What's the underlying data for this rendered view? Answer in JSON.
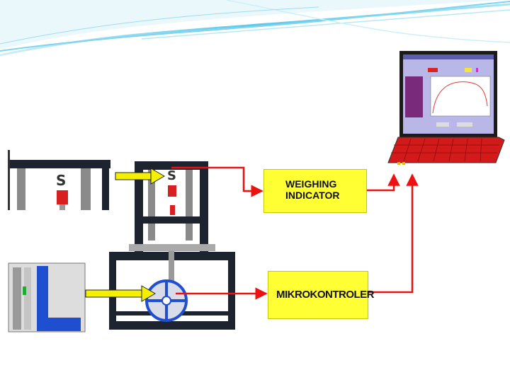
{
  "labels": {
    "weighing_indicator_line1": "WEIGHING",
    "weighing_indicator_line2": "INDICATOR",
    "mikrokontroler": "MIKROKONTROLER"
  },
  "colors": {
    "header_wave": "#5ec8e8",
    "label_box": "#ffff33",
    "signal_wire": "#ee1111",
    "input_arrow": "#f4f000",
    "frame": "#1d2430",
    "wheel": "#1f4fd0",
    "laptop_keyboard": "#d21a1a"
  },
  "icons": [
    "header-wave",
    "load-cell-closeup",
    "test-rig-frame",
    "motor-wheel-icon",
    "laptop-icon",
    "sensor-closeup"
  ]
}
